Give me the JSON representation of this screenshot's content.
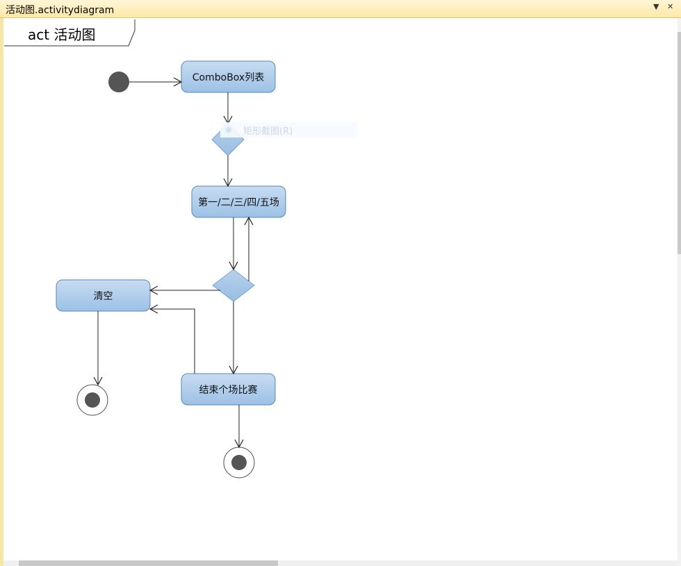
{
  "window": {
    "title": "活动图.activitydiagram"
  },
  "frame": {
    "label": "act 活动图"
  },
  "nodes": {
    "combobox": "ComboBox列表",
    "rounds": "第一/二/三/四/五场",
    "clear": "清空",
    "end_match": "结束个场比赛"
  },
  "ghost_menu": {
    "item": "矩形截图(R)"
  },
  "colors": {
    "node_fill_top": "#c7dcf1",
    "node_fill_bottom": "#9cc1e6",
    "node_border": "#5a86b5",
    "title_bar": "#ffedb5"
  }
}
